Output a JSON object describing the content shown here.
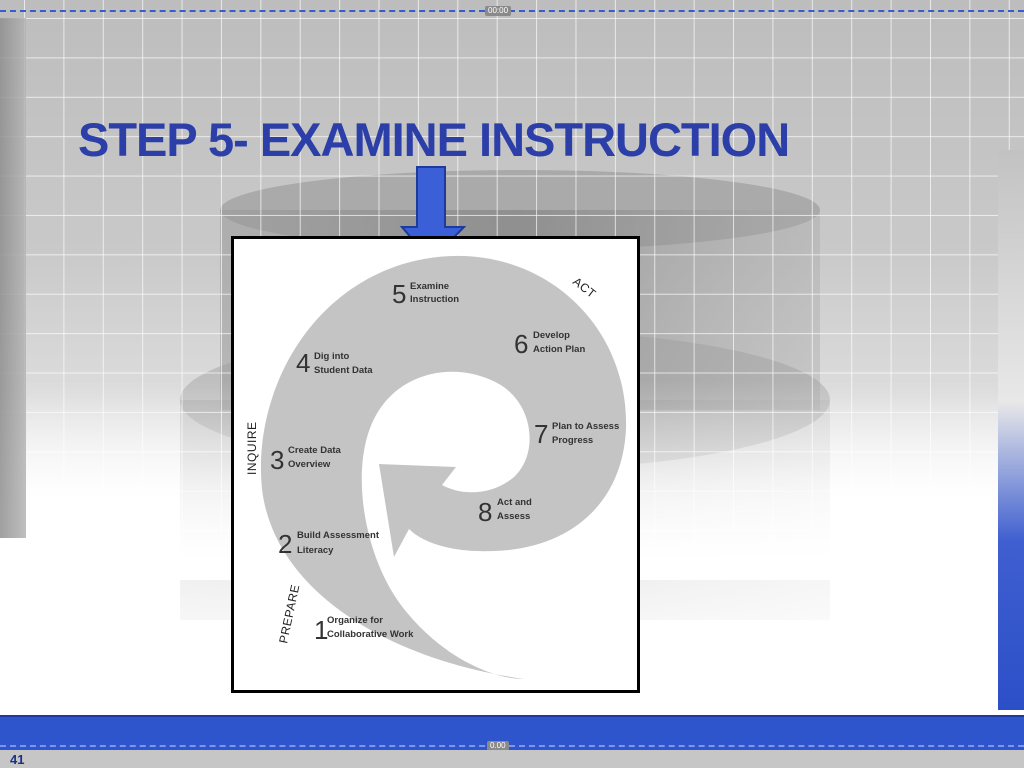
{
  "slide": {
    "title": "STEP 5- EXAMINE INSTRUCTION",
    "page_number": "41",
    "guide_top_label": "00:00",
    "guide_bottom_label": "0.00"
  },
  "diagram": {
    "phases": {
      "act": "ACT",
      "inquire": "INQUIRE",
      "prepare": "PREPARE"
    },
    "steps": [
      {
        "number": "1",
        "line1": "Organize for",
        "line2": "Collaborative Work"
      },
      {
        "number": "2",
        "line1": "Build Assessment",
        "line2": "Literacy"
      },
      {
        "number": "3",
        "line1": "Create Data",
        "line2": "Overview"
      },
      {
        "number": "4",
        "line1": "Dig into",
        "line2": "Student Data"
      },
      {
        "number": "5",
        "line1": "Examine",
        "line2": "Instruction"
      },
      {
        "number": "6",
        "line1": "Develop",
        "line2": "Action Plan"
      },
      {
        "number": "7",
        "line1": "Plan to Assess",
        "line2": "Progress"
      },
      {
        "number": "8",
        "line1": "Act and",
        "line2": "Assess"
      }
    ]
  },
  "colors": {
    "title": "#2c3fa8",
    "accent_blue": "#2f55cc",
    "arrow": "#3a5fd6",
    "spiral": "#c4c4c4"
  }
}
